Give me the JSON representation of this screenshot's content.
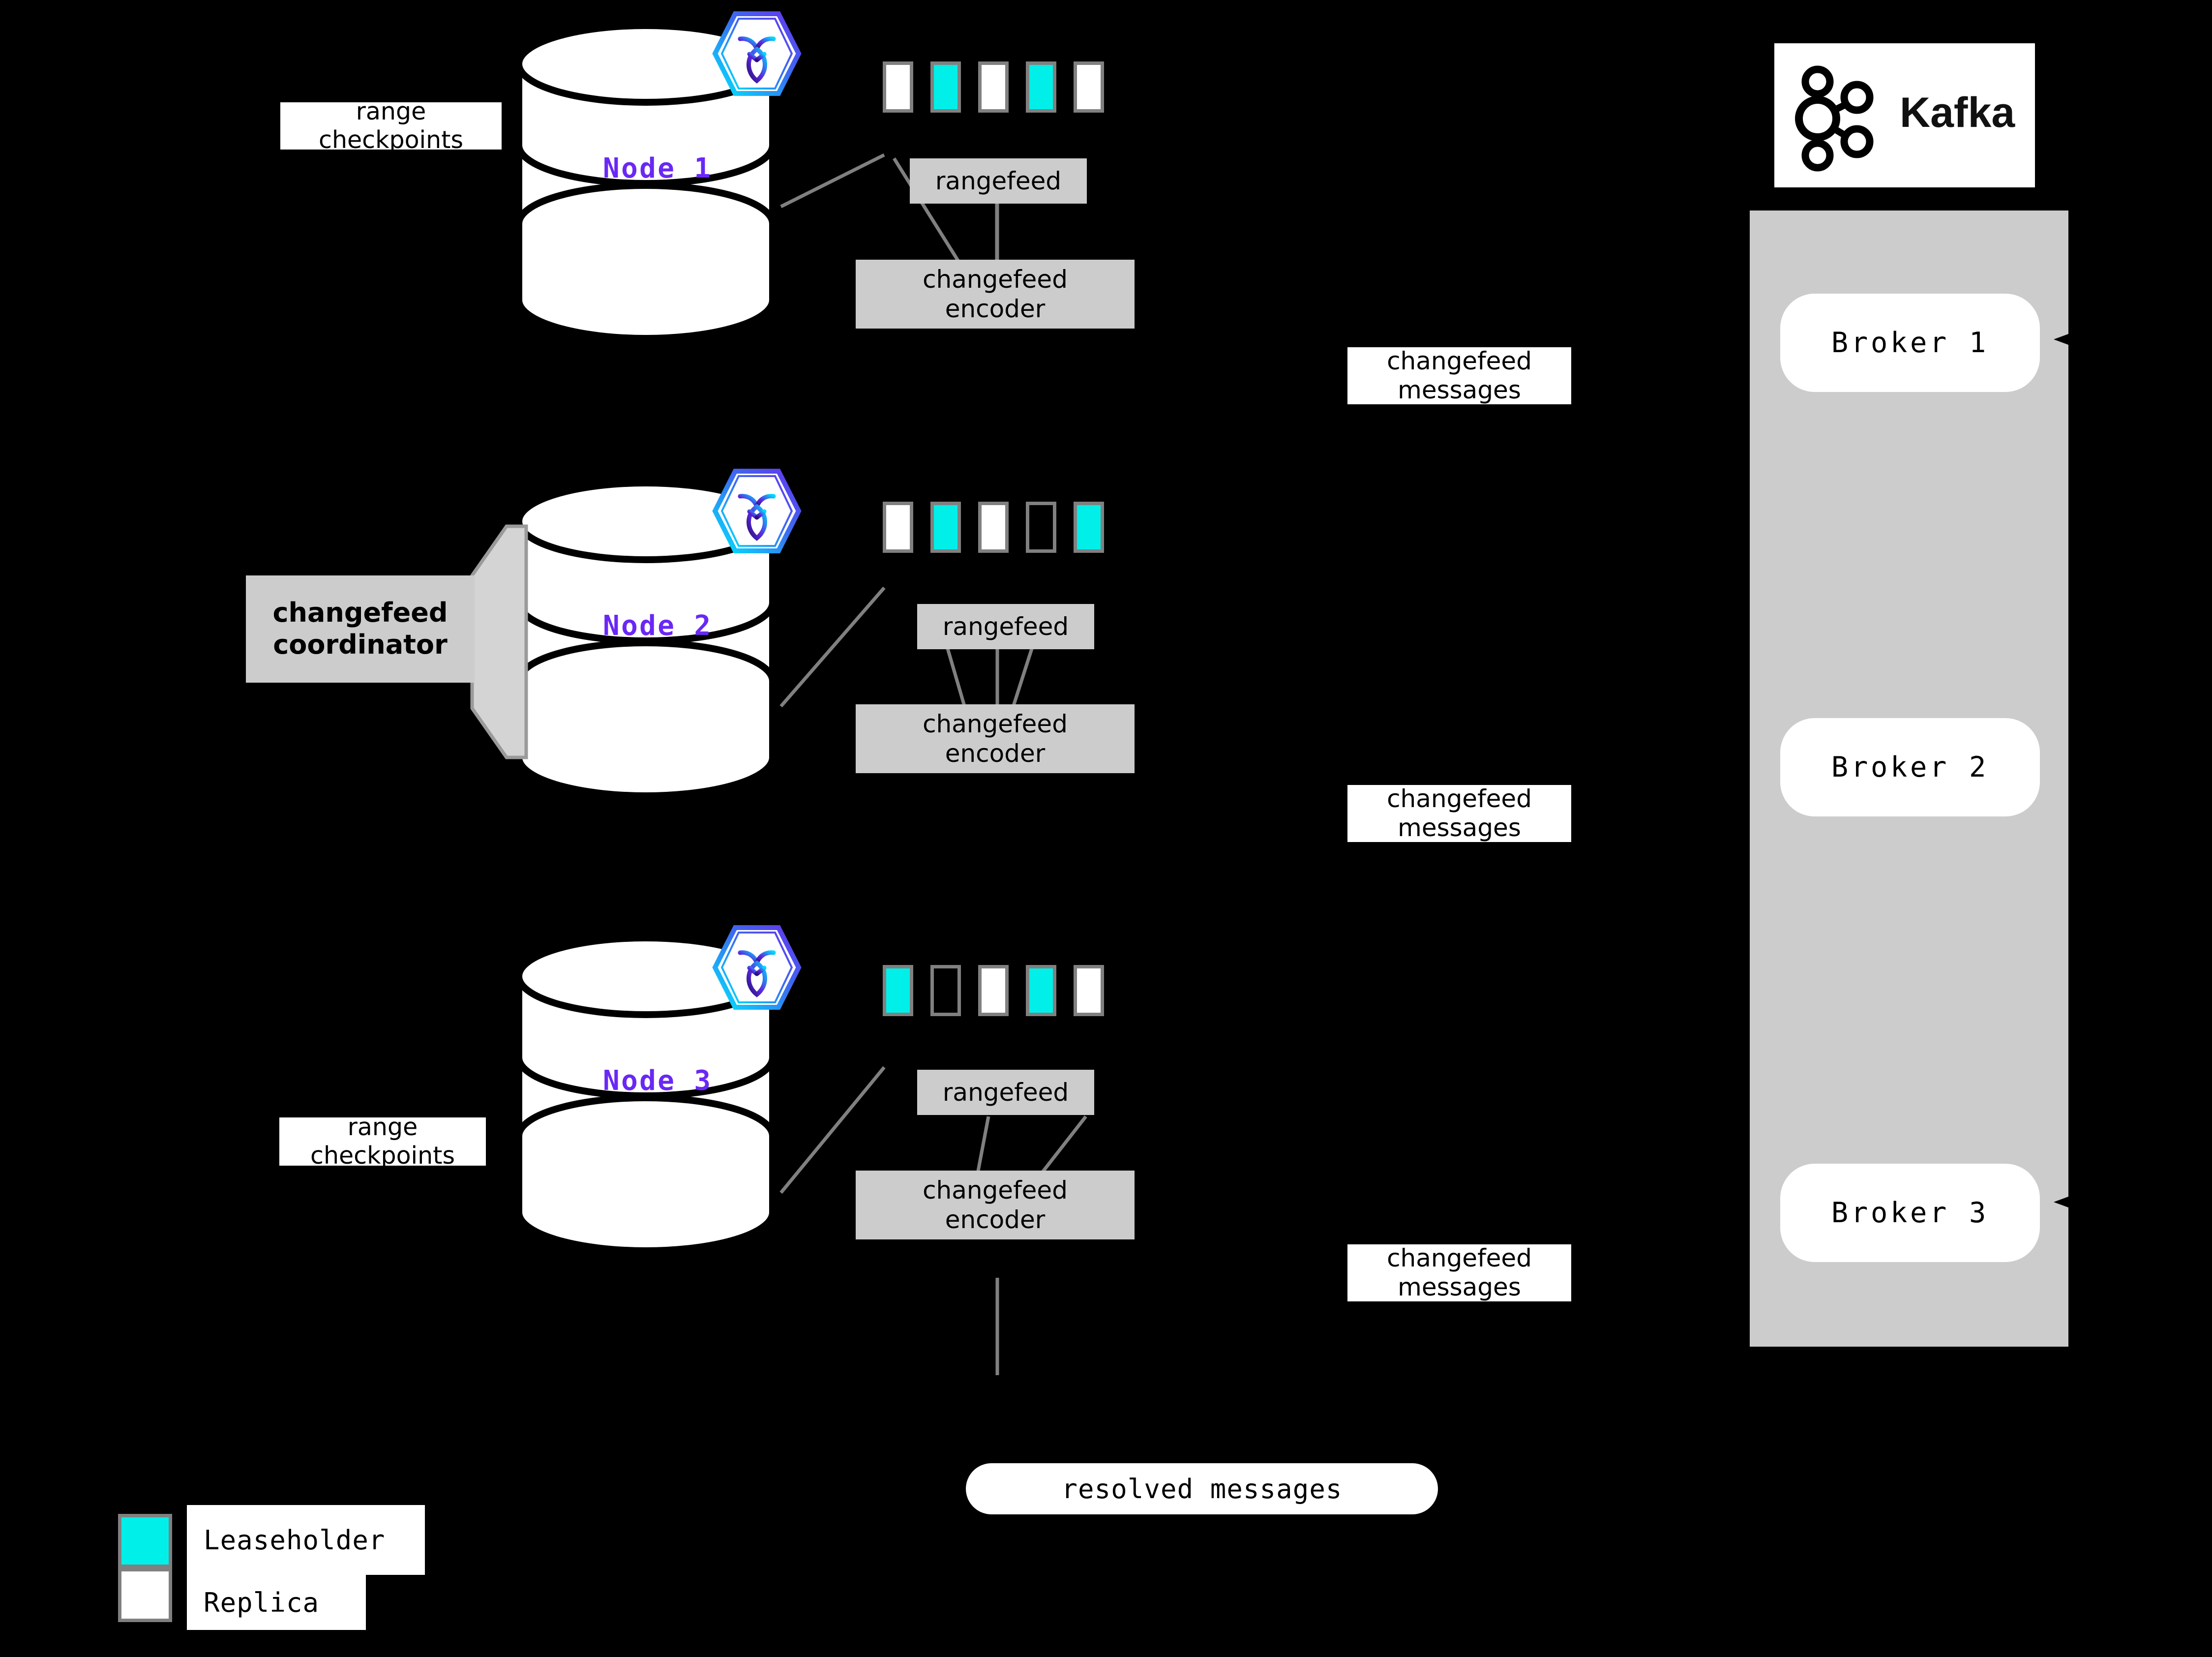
{
  "colors": {
    "background": "#000000",
    "leaseholder": "#00efe8",
    "replica": "#ffffff",
    "range_border": "#808080",
    "process_box": "#cccccc",
    "node_label": "#6a28f5",
    "connector": "#808080",
    "kafka_panel": "#cccccc",
    "cockroach_gradient_start": "#00e5ff",
    "cockroach_gradient_end": "#6633ee"
  },
  "nodes": [
    {
      "id": "node-1",
      "label": "Node 1",
      "logo_icon": "cockroachdb-hexagon-icon",
      "ranges": [
        {
          "kind": "replica"
        },
        {
          "kind": "leaseholder"
        },
        {
          "kind": "replica"
        },
        {
          "kind": "leaseholder"
        },
        {
          "kind": "replica"
        }
      ],
      "rangefeed_label": "rangefeed",
      "encoder_label": "changefeed\nencoder",
      "side_label": "range\ncheckpoints"
    },
    {
      "id": "node-2",
      "label": "Node 2",
      "logo_icon": "cockroachdb-hexagon-icon",
      "ranges": [
        {
          "kind": "replica"
        },
        {
          "kind": "leaseholder"
        },
        {
          "kind": "replica"
        },
        {
          "kind": "empty"
        },
        {
          "kind": "leaseholder"
        }
      ],
      "rangefeed_label": "rangefeed",
      "encoder_label": "changefeed\nencoder",
      "side_label": "changefeed\ncoordinator"
    },
    {
      "id": "node-3",
      "label": "Node 3",
      "logo_icon": "cockroachdb-hexagon-icon",
      "ranges": [
        {
          "kind": "leaseholder"
        },
        {
          "kind": "empty"
        },
        {
          "kind": "replica"
        },
        {
          "kind": "leaseholder"
        },
        {
          "kind": "replica"
        }
      ],
      "rangefeed_label": "rangefeed",
      "encoder_label": "changefeed\nencoder",
      "side_label": "range\ncheckpoints"
    }
  ],
  "changefeed_message_labels": [
    "changefeed\nmessages",
    "changefeed\nmessages",
    "changefeed\nmessages"
  ],
  "kafka": {
    "logo_text": "Kafka",
    "logo_icon": "kafka-logo-icon",
    "brokers": [
      "Broker 1",
      "Broker 2",
      "Broker 3"
    ]
  },
  "resolved": {
    "label": "resolved messages"
  },
  "legend": {
    "items": [
      {
        "swatch": "leaseholder",
        "label": "Leaseholder"
      },
      {
        "swatch": "replica",
        "label": "Replica"
      }
    ]
  }
}
